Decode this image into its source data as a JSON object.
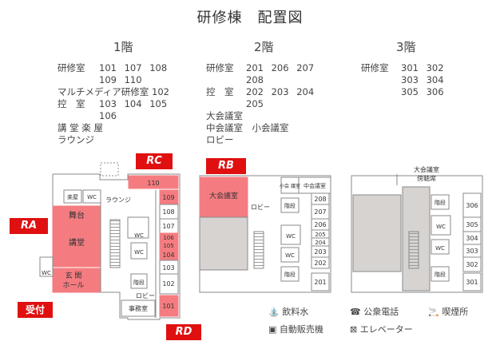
{
  "title": "研修棟　配置図",
  "floors": [
    {
      "heading": "1階",
      "lines": [
        {
          "label": "研修室",
          "nums": "101 107 108"
        },
        {
          "label": "",
          "nums": "109 110"
        },
        {
          "label": "マルチメディア研修室",
          "nums": "102"
        },
        {
          "label": "控　室",
          "nums": "103 104 105"
        },
        {
          "label": "",
          "nums": "106"
        },
        {
          "label": "講 堂 楽 屋",
          "nums": ""
        },
        {
          "label": "ラウンジ",
          "nums": ""
        }
      ]
    },
    {
      "heading": "2階",
      "lines": [
        {
          "label": "研修室",
          "nums": "201 206 207"
        },
        {
          "label": "",
          "nums": "208"
        },
        {
          "label": "控　室",
          "nums": "202 203 204"
        },
        {
          "label": "",
          "nums": "205"
        },
        {
          "label": "大会議室",
          "nums": ""
        },
        {
          "label": "中会議室　小会議室",
          "nums": ""
        },
        {
          "label": "ロビー",
          "nums": ""
        }
      ]
    },
    {
      "heading": "3階",
      "lines": [
        {
          "label": "研修室",
          "nums": "301 302"
        },
        {
          "label": "",
          "nums": "303 304"
        },
        {
          "label": "",
          "nums": "305 306"
        }
      ]
    }
  ],
  "badges": {
    "rc": "RC",
    "rb": "RB",
    "ra": "RA",
    "reception": "受付",
    "rd": "RD"
  },
  "map1": {
    "r110": "110",
    "r109": "109",
    "r108": "108",
    "r107": "107",
    "r106": "106",
    "r105": "105",
    "r104": "104",
    "r103": "103",
    "r102": "102",
    "r101": "101",
    "gakuya": "楽屋",
    "wc": "WC",
    "lounge": "ラウンジ",
    "butai": "舞台",
    "kodo": "講堂",
    "genkan1": "玄 関",
    "genkan2": "ホール",
    "kaidan": "階段",
    "lobby": "ロビー",
    "jimu": "事務室"
  },
  "map2": {
    "daikaigi": "大会議室",
    "shokaigi": "小会\n議室",
    "chukaigi": "中会議室",
    "lobby": "ロビー",
    "kaidan": "階段",
    "wc": "WC",
    "r208": "208",
    "r207": "207",
    "r206": "206",
    "r205": "205",
    "r204": "204",
    "r203": "203",
    "r202": "202",
    "r201": "201"
  },
  "map3": {
    "bochoseki1": "大会議室",
    "bochoseki2": "傍聴席",
    "kaidan": "階段",
    "wc": "WC",
    "r306": "306",
    "r305": "305",
    "r304": "304",
    "r303": "303",
    "r302": "302",
    "r301": "301"
  },
  "legend": {
    "water": "飲料水",
    "phone": "公衆電話",
    "smoking": "喫煙所",
    "vending": "自動販売機",
    "elevator": "エレベーター"
  },
  "colors": {
    "highlight": "#f47c80",
    "badge": "#e01010",
    "wall": "#8a8a8a",
    "gray": "#d6d3d1"
  }
}
